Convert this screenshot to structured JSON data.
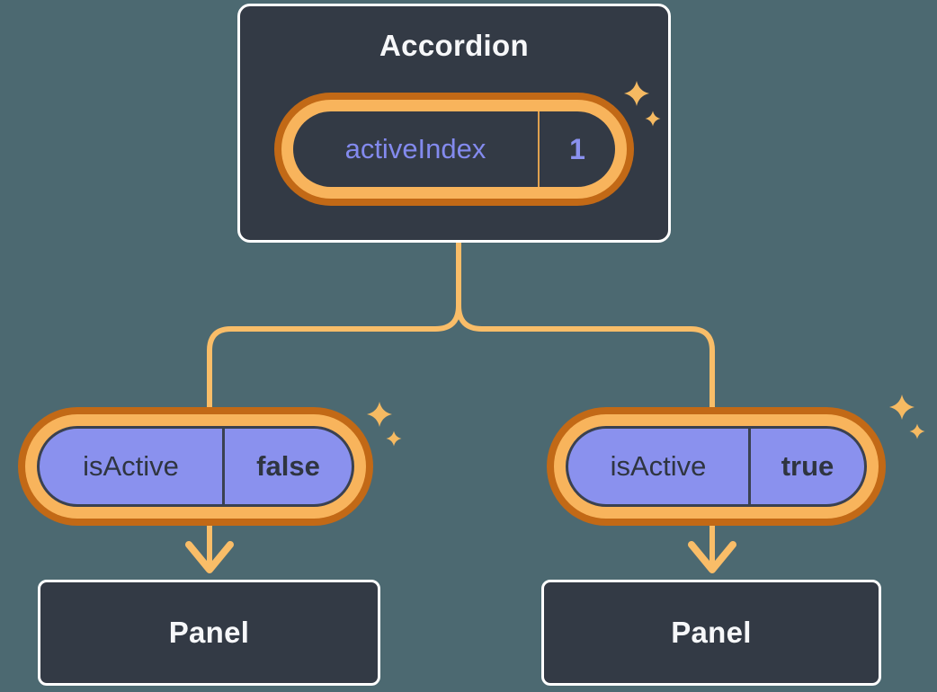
{
  "diagram": {
    "accordion": {
      "title": "Accordion",
      "state": {
        "label": "activeIndex",
        "value": "1"
      }
    },
    "children": [
      {
        "prop": {
          "label": "isActive",
          "value": "false"
        },
        "panel": {
          "label": "Panel"
        }
      },
      {
        "prop": {
          "label": "isActive",
          "value": "true"
        },
        "panel": {
          "label": "Panel"
        }
      }
    ]
  },
  "icons": {
    "sparkle": "4-point star glyph"
  },
  "colors": {
    "background": "#4C6971",
    "card_fill": "#333A45",
    "card_border": "#FFFFFF",
    "ring_outer_orange": "#C26916",
    "ring_inner_orange": "#F8B45C",
    "connector_orange": "#F9BD68",
    "sparkle_orange": "#F6BA62",
    "prop_pill_fill": "#8A91EE",
    "pill_divider_orange": "#DFA04F",
    "dark_text": "#2F3540",
    "dark_divider": "#3A4150",
    "light_text": "#F6F7F9",
    "state_text_purple": "#838AEE",
    "state_value_purple": "#8A91F0"
  }
}
